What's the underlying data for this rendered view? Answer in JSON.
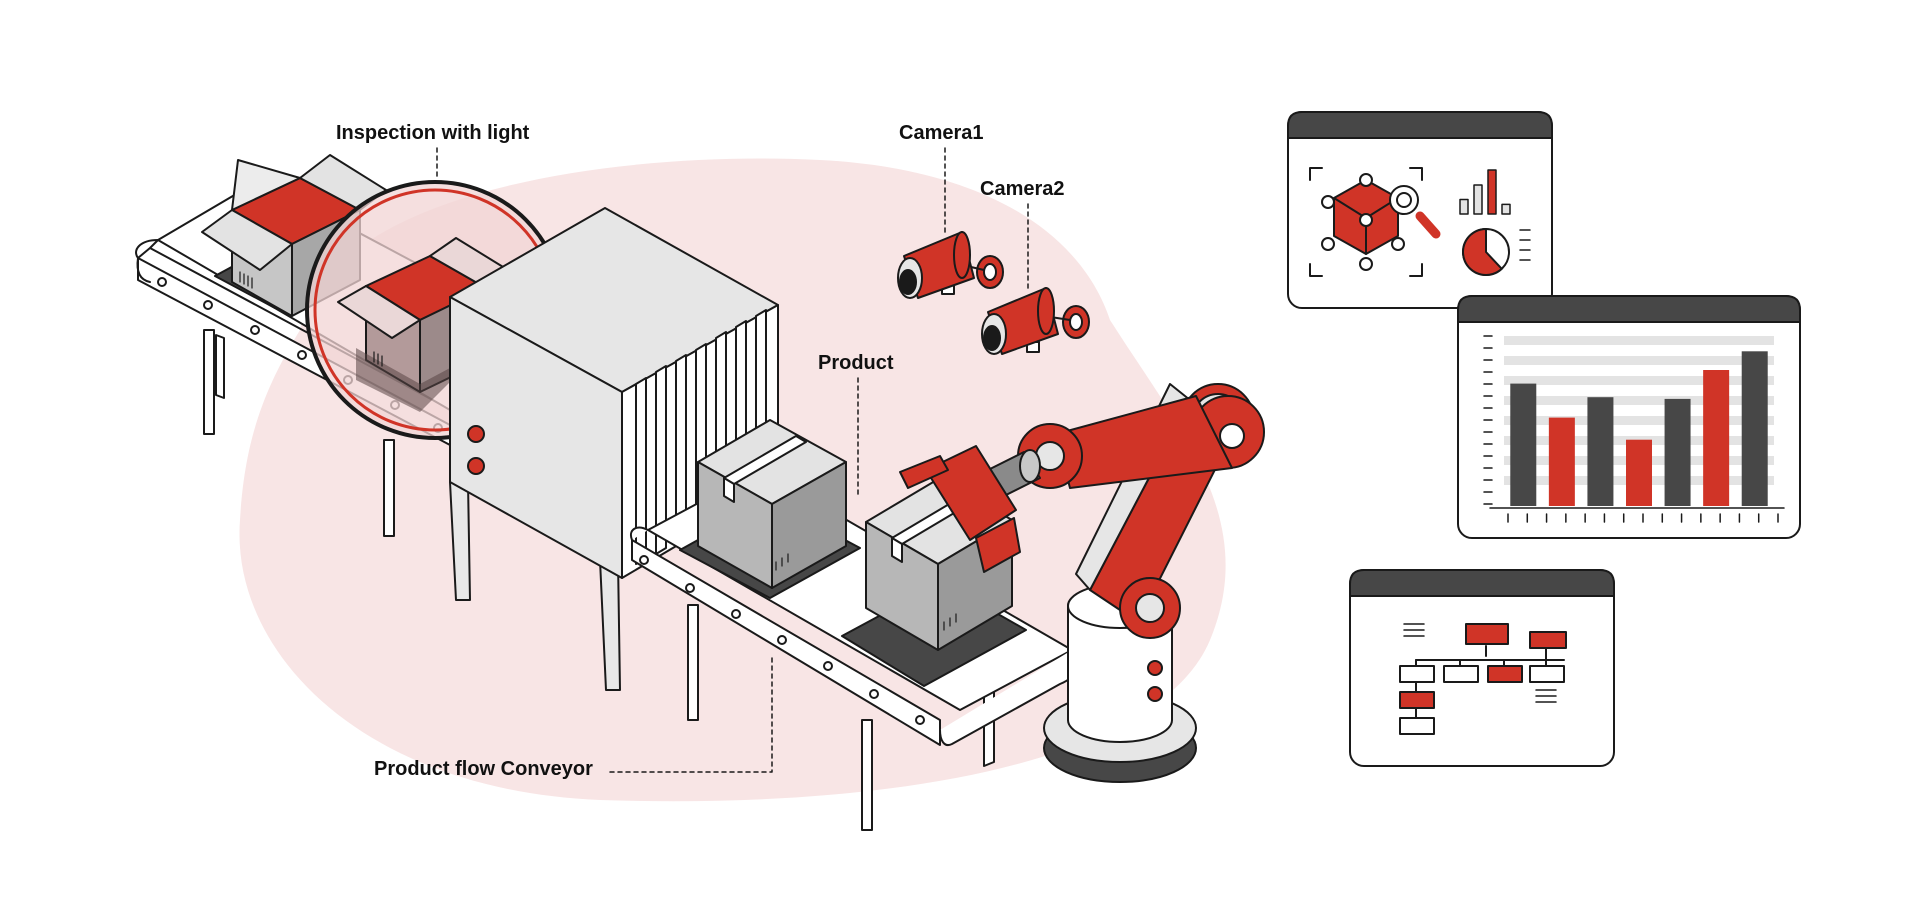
{
  "labels": {
    "inspection": "Inspection with light",
    "camera1": "Camera1",
    "camera2": "Camera2",
    "product": "Product",
    "conveyor": "Product flow Conveyor"
  },
  "colors": {
    "accent_red": "#d03427",
    "dark_gray": "#474747",
    "mid_gray": "#9e9e9e",
    "light_gray": "#e3e3e3",
    "blob_pink": "#f8e5e5",
    "outline": "#1a1a1a"
  },
  "dashboards": {
    "analytics_window": {
      "icons": [
        "cube-network-icon",
        "magnifier-icon",
        "mini-bar-chart-icon",
        "pie-chart-icon"
      ],
      "mini_bars": [
        0.33,
        0.66,
        1.0,
        0.22
      ],
      "pie_highlight_fraction": 0.62
    },
    "bar_chart_window": {
      "bars": [
        {
          "value": 0.72,
          "color": "dark"
        },
        {
          "value": 0.52,
          "color": "red"
        },
        {
          "value": 0.64,
          "color": "dark"
        },
        {
          "value": 0.39,
          "color": "red"
        },
        {
          "value": 0.63,
          "color": "dark"
        },
        {
          "value": 0.8,
          "color": "red"
        },
        {
          "value": 0.91,
          "color": "dark"
        }
      ]
    },
    "flowchart_window": {
      "icons": [
        "flowchart-icon",
        "text-lines-icon"
      ]
    }
  }
}
